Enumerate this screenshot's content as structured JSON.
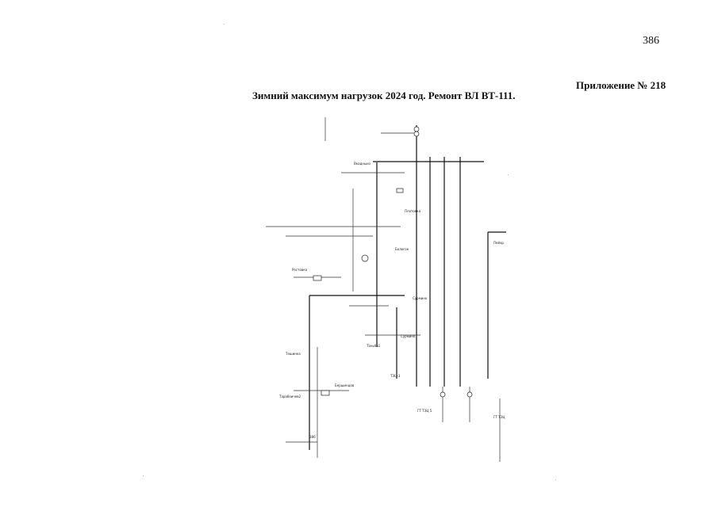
{
  "page_number": "386",
  "appendix_label": "Приложение № 218",
  "title": "Зимний максимум нагрузок 2024 год. Ремонт ВЛ ВТ-111.",
  "scheme": {
    "labels": {
      "l1": "Вкадныиз",
      "l2": "Бологое",
      "l3": "Ростовка",
      "l4": "Плотовка",
      "l5": "Сурмино",
      "l6": "Тешинка",
      "l7": "Тарабоичев2",
      "l8": "Тоньба1",
      "l9": "Бершинцов",
      "l10": "Сурмино",
      "l11": "ГТ ТЭЦ 5",
      "l12": "ГТ ТЭЦ",
      "l13": "Пейхр",
      "l14": "386",
      "l15": "TЭЦ-3"
    }
  }
}
